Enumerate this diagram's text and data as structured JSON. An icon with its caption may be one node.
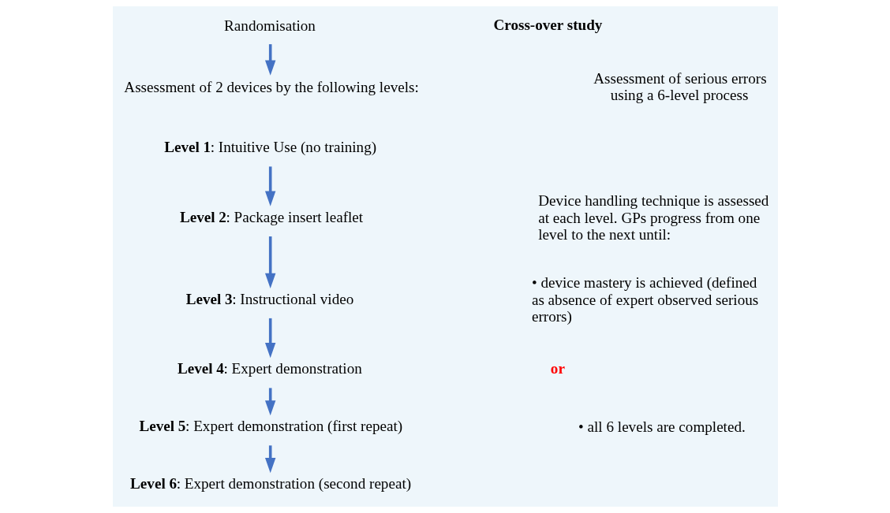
{
  "diagram": {
    "nodes": [
      {
        "text": [
          "Randomisation"
        ]
      },
      {
        "text": [
          "Assessment of 2 devices by the following levels:"
        ]
      },
      {
        "text": [
          "**Level 1**: Intuitive Use (no training)"
        ]
      },
      {
        "text": [
          "**Level 2**: Package insert leaflet"
        ]
      },
      {
        "text": [
          "**Level 3**: Instructional video"
        ]
      },
      {
        "text": [
          "**Level 4**: Expert demonstration"
        ]
      },
      {
        "text": [
          "**Level 5**: Expert demonstration (first repeat)"
        ]
      },
      {
        "text": [
          "**Level 6**: Expert demonstration (second repeat)"
        ]
      }
    ],
    "edges": [
      {
        "from": 0,
        "to": 1,
        "arrow": "to"
      },
      {
        "from": 2,
        "to": 3,
        "arrow": "to"
      },
      {
        "from": 3,
        "to": 4,
        "arrow": "to"
      },
      {
        "from": 4,
        "to": 5,
        "arrow": "to"
      },
      {
        "from": 5,
        "to": 6,
        "arrow": "to"
      },
      {
        "from": 6,
        "to": 7,
        "arrow": "to"
      }
    ],
    "labels": [
      "Cross-over study",
      "Assessment of serious errors using a 6-level process",
      "Device handling technique is assessed at each level. GPs progress from one level to the next until:",
      "• device mastery is achieved (defined as absence of expert observed serious errors)",
      "or",
      "• all 6 levels are completed."
    ]
  }
}
